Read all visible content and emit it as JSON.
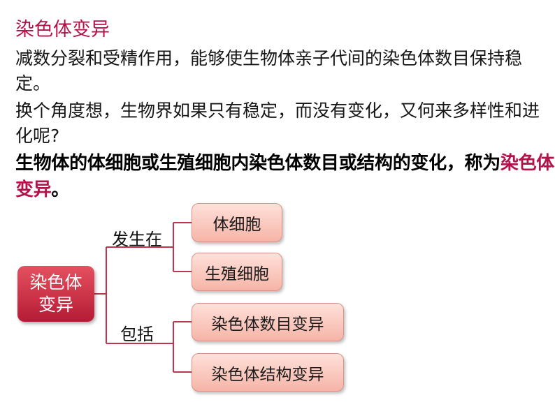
{
  "heading": "染色体变异",
  "paragraph1": "减数分裂和受精作用，能够使生物体亲子代间的染色体数目保持稳定。",
  "paragraph2": "换个角度想，生物界如果只有稳定，而没有变化，又何来多样性和进化呢?",
  "definition": {
    "prefix": "生物体的体细胞或生殖细胞内染色体数目或结构的变化，称为",
    "term": "染色体变异",
    "suffix": "。"
  },
  "diagram": {
    "root": "染色体变异",
    "branch_occurs": {
      "label": "发生在",
      "children": [
        "体细胞",
        "生殖细胞"
      ]
    },
    "branch_includes": {
      "label": "包括",
      "children": [
        "染色体数目变异",
        "染色体结构变异"
      ]
    },
    "colors": {
      "root_fill": "#c8283f",
      "node_fill": "#f8c3b8",
      "connector": "#c0344e",
      "accent_text": "#b3134a"
    }
  }
}
